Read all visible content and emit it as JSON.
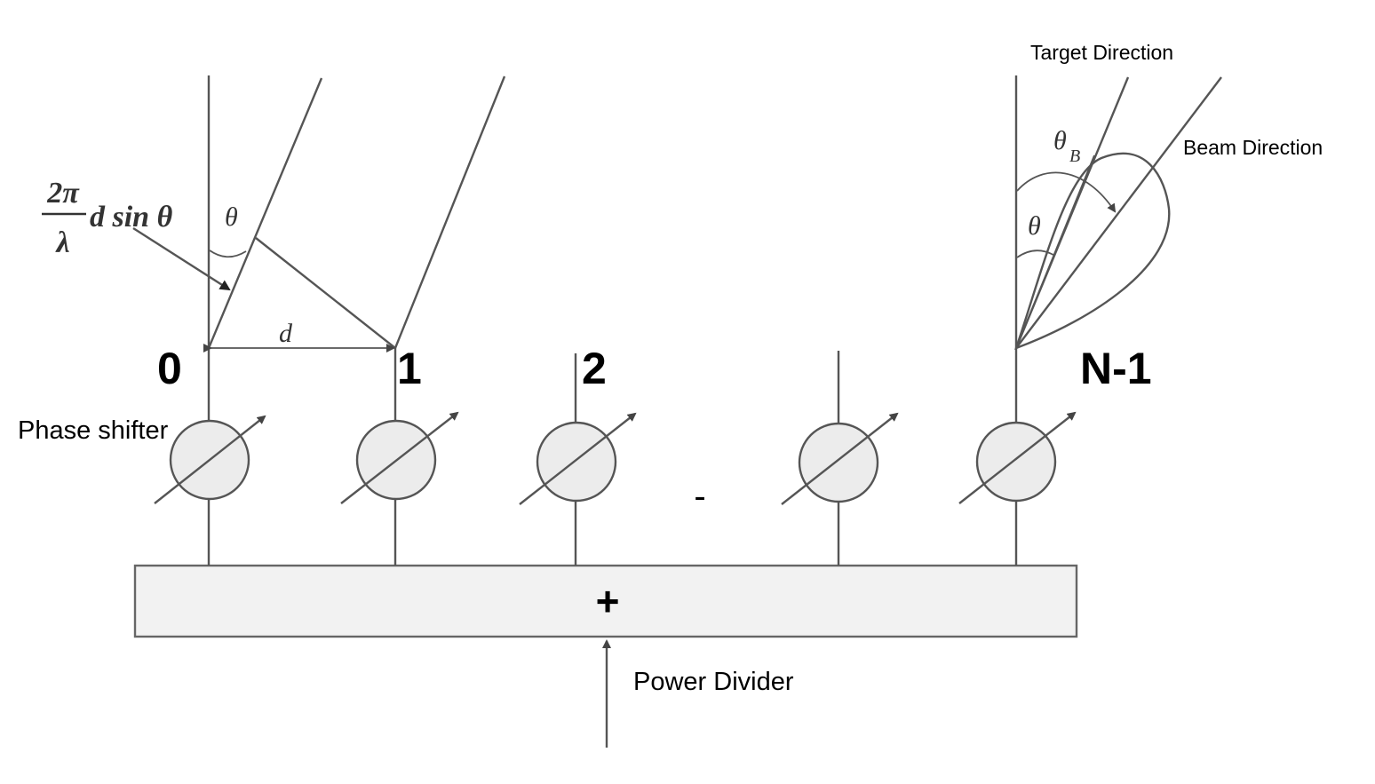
{
  "labels": {
    "target_direction": "Target Direction",
    "beam_direction": "Beam Direction",
    "phase_shifter": "Phase shifter",
    "power_divider": "Power Divider",
    "sum_symbol": "+",
    "ellipsis": "-"
  },
  "elements": [
    {
      "index": "0"
    },
    {
      "index": "1"
    },
    {
      "index": "2"
    },
    {
      "index": ""
    },
    {
      "index": "N-1"
    }
  ],
  "math": {
    "frac_num": "2π",
    "frac_den": "λ",
    "phase_expr": "d sin θ",
    "theta": "θ",
    "spacing": "d",
    "theta_b": "θ",
    "theta_b_sub": "B"
  }
}
